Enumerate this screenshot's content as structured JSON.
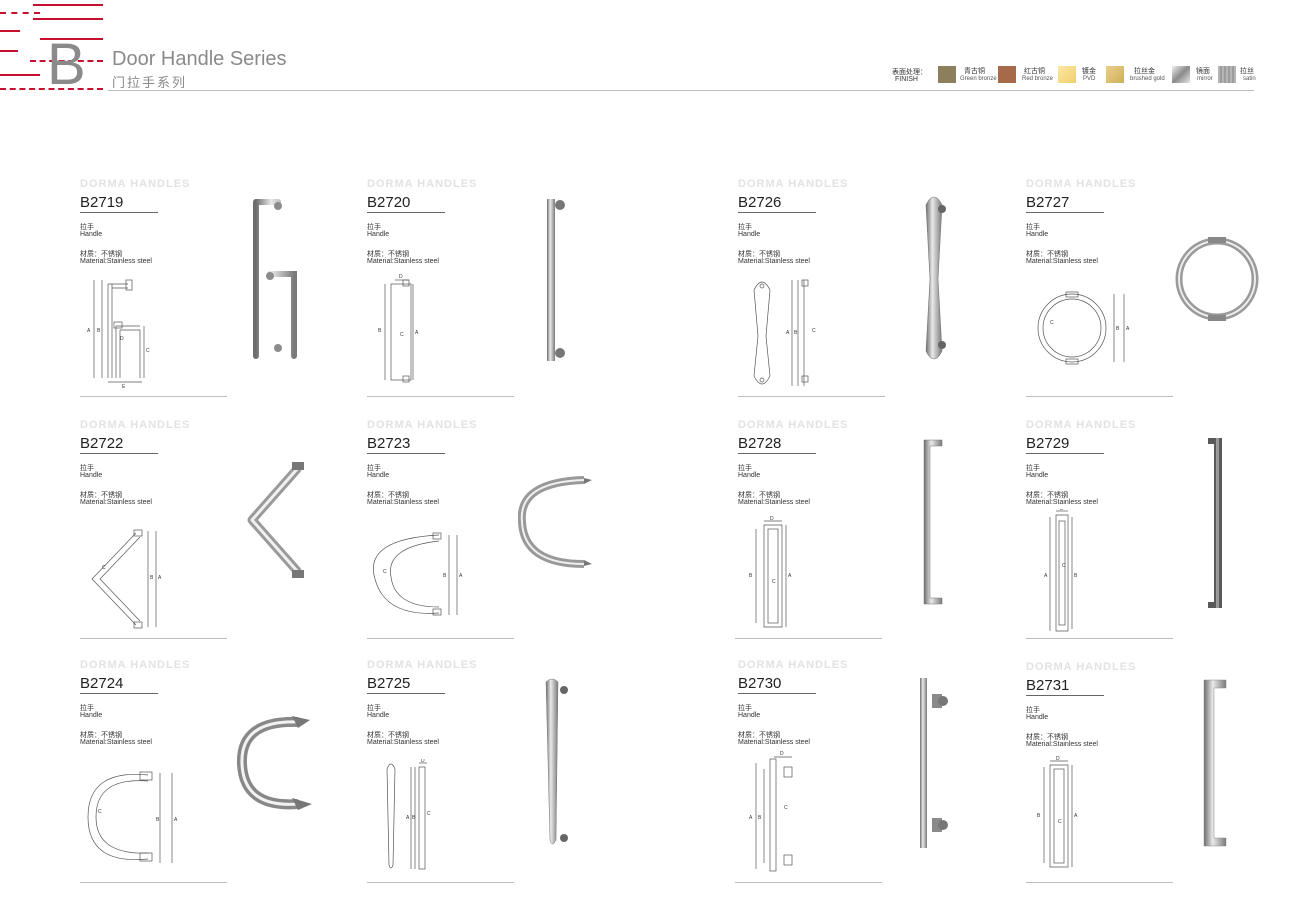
{
  "header": {
    "logo_letter": "B",
    "title_en": "Door Handle Series",
    "title_cn": "门拉手系列"
  },
  "finish": {
    "label_cn": "表面处理：",
    "label_en": "FINISH",
    "items": [
      {
        "cn": "青古铜",
        "en": "Green bronze",
        "color": "#8c7f5c"
      },
      {
        "cn": "红古铜",
        "en": "Red bronze",
        "color": "#a66a4a"
      },
      {
        "cn": "镀金",
        "en": "PVD",
        "color": "#f4d98a"
      },
      {
        "cn": "拉丝金",
        "en": "brushed gold",
        "color": "#d9bb6a"
      },
      {
        "cn": "镜面",
        "en": "mirror",
        "color": "#bfbfbf"
      },
      {
        "cn": "拉丝",
        "en": "satin",
        "color": "#a6a6a6"
      }
    ]
  },
  "product_labels": {
    "type_cn": "拉手",
    "type_en": "Handle",
    "material_cn": "材质：不锈钢",
    "material_en": "Material:Stainless steel",
    "ghost_text": "DORMA HANDLES"
  },
  "products": [
    {
      "code": "B2719"
    },
    {
      "code": "B2720"
    },
    {
      "code": "B2726"
    },
    {
      "code": "B2727"
    },
    {
      "code": "B2722"
    },
    {
      "code": "B2723"
    },
    {
      "code": "B2728"
    },
    {
      "code": "B2729"
    },
    {
      "code": "B2724"
    },
    {
      "code": "B2725"
    },
    {
      "code": "B2730"
    },
    {
      "code": "B2731"
    }
  ],
  "dimension_letters": {
    "a": "A",
    "b": "B",
    "c": "C",
    "d": "D",
    "e": "E"
  }
}
